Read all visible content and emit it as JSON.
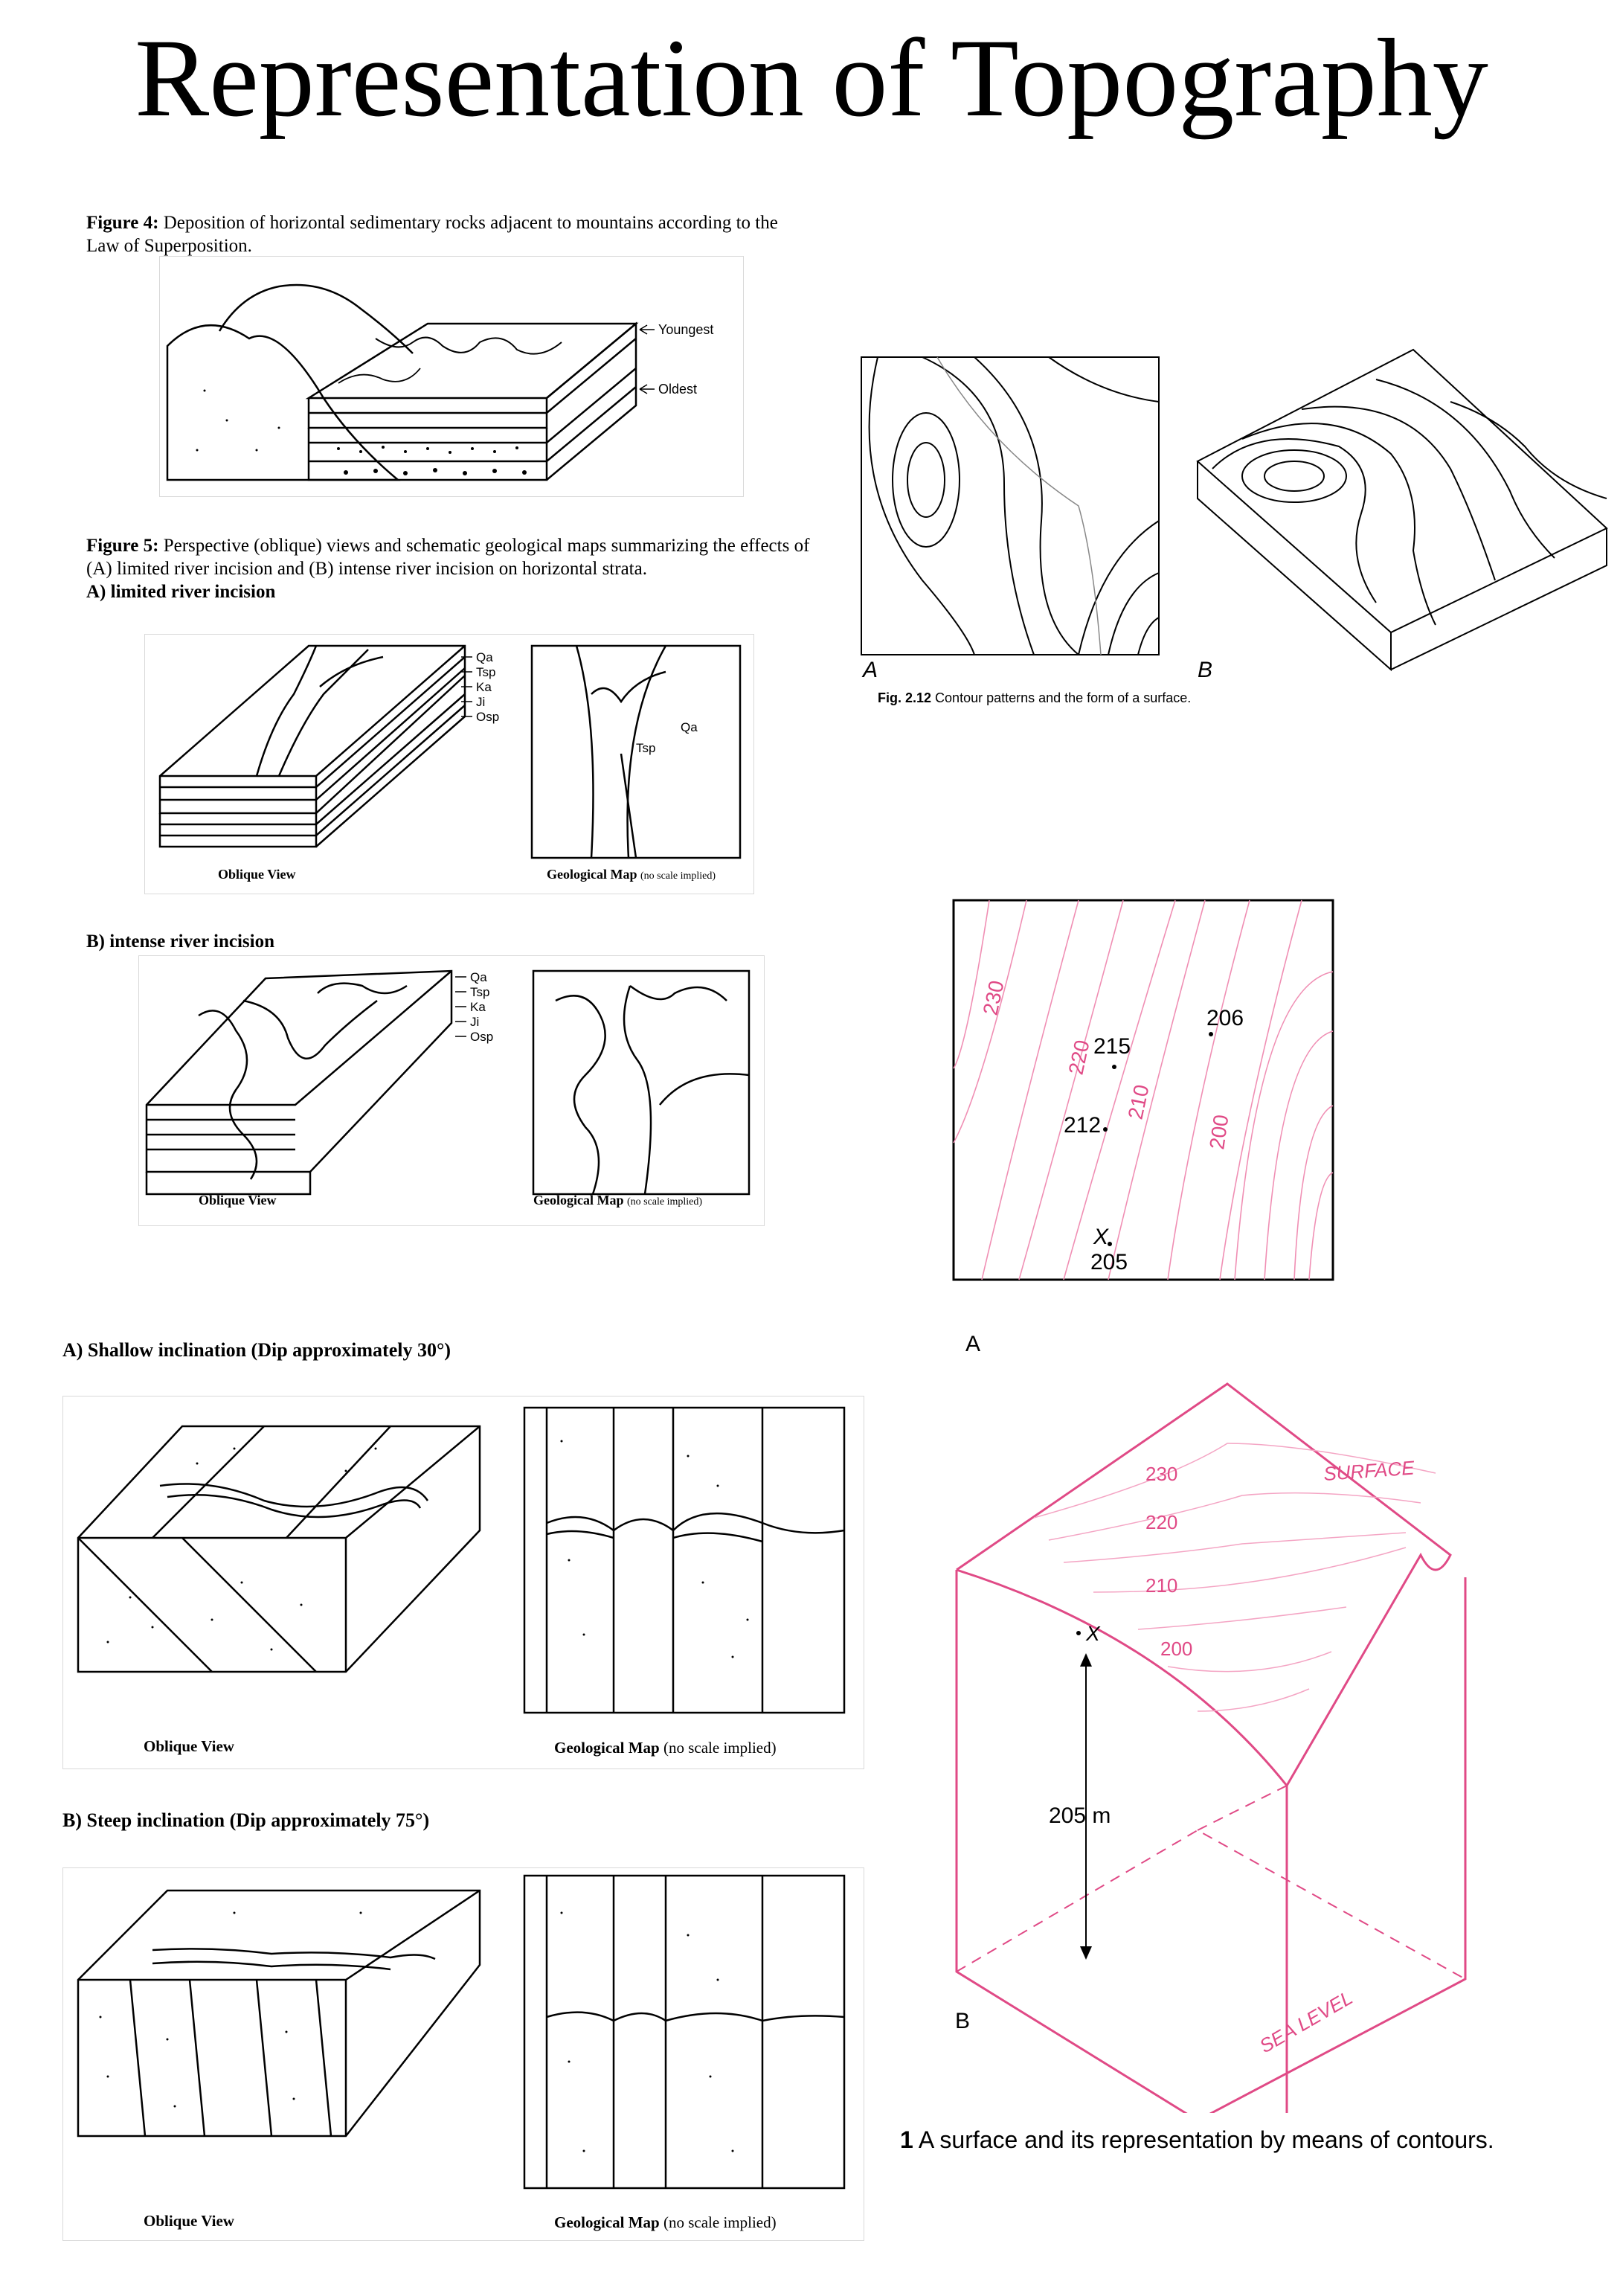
{
  "page": {
    "title": "Representation of Topography"
  },
  "figure4": {
    "label": "Figure 4:",
    "caption": "Deposition of horizontal sedimentary rocks adjacent to mountains according to the Law of Superposition.",
    "youngest": "Youngest",
    "oldest": "Oldest"
  },
  "figure5": {
    "label": "Figure 5:",
    "caption": "Perspective (oblique) views and schematic geological maps summarizing the effects of (A) limited river incision and (B) intense river incision on horizontal strata.",
    "sectionA": "A) limited river incision",
    "sectionB": "B) intense river incision",
    "strata": [
      "Qa",
      "Tsp",
      "Ka",
      "Ji",
      "Osp"
    ],
    "mapLabels": {
      "qa": "Qa",
      "tsp": "Tsp"
    },
    "obliqueView": "Oblique View",
    "geoMap": "Geological Map",
    "noScale": "(no scale implied)"
  },
  "inclination": {
    "shallow": "A) Shallow inclination (Dip approximately 30°)",
    "steep": "B) Steep inclination (Dip approximately 75°)",
    "obliqueView": "Oblique View",
    "geoMap": "Geological Map",
    "noScale": "(no scale implied)"
  },
  "fig212": {
    "labelA": "A",
    "labelB": "B",
    "captionBold": "Fig. 2.12",
    "caption": "Contour patterns and the form of a surface."
  },
  "contourFigure": {
    "mapContours": [
      "230",
      "220",
      "210",
      "200"
    ],
    "spotHeights": [
      "206",
      "215",
      "212",
      "205"
    ],
    "pointX": "X",
    "labelA": "A",
    "labelB": "B",
    "blockContours": [
      "230",
      "220",
      "210",
      "200"
    ],
    "surface": "SURFACE",
    "seaLevel": "SEA LEVEL",
    "height": "205 m",
    "captionNumber": "1",
    "caption": "A surface and its representation by means of contours.",
    "accentColor": "#e04a86"
  }
}
